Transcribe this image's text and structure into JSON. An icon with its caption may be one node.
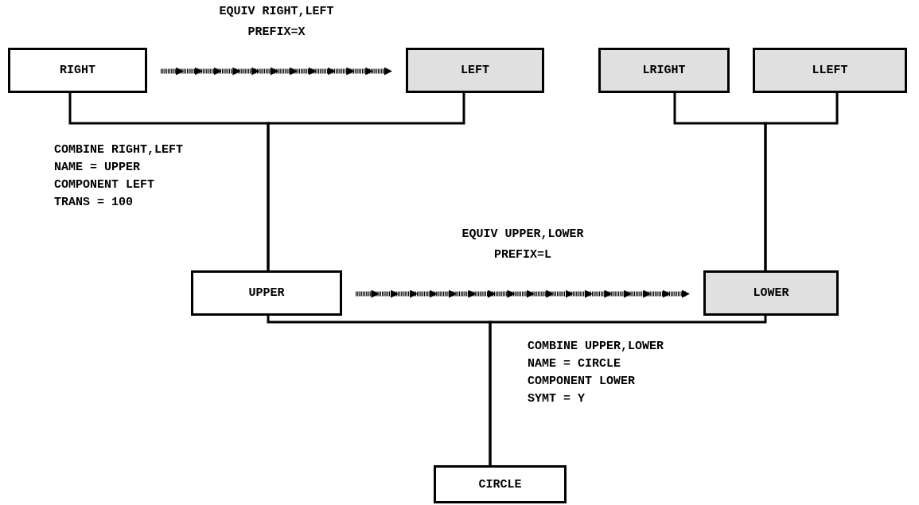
{
  "diagram": {
    "nodes": [
      {
        "text": [
          "RIGHT"
        ]
      },
      {
        "text": [
          "LEFT"
        ]
      },
      {
        "text": [
          "LRIGHT"
        ]
      },
      {
        "text": [
          "LLEFT"
        ]
      },
      {
        "text": [
          "UPPER"
        ]
      },
      {
        "text": [
          "LOWER"
        ]
      },
      {
        "text": [
          "CIRCLE"
        ]
      }
    ],
    "edges": [
      {
        "from": 0,
        "to": 1,
        "arrow": "to",
        "label": "EQUIV RIGHT,LEFT PREFIX=X",
        "style": "dashed"
      },
      {
        "from": 0,
        "to": 4,
        "arrow": "none"
      },
      {
        "from": 1,
        "to": 4,
        "arrow": "none"
      },
      {
        "from": 2,
        "to": 5,
        "arrow": "none"
      },
      {
        "from": 3,
        "to": 5,
        "arrow": "none"
      },
      {
        "from": 4,
        "to": 5,
        "arrow": "to",
        "label": "EQUIV UPPER,LOWER PREFIX=L",
        "style": "dashed"
      },
      {
        "from": 4,
        "to": 6,
        "arrow": "none"
      },
      {
        "from": 5,
        "to": 6,
        "arrow": "none"
      }
    ],
    "labels": [
      "COMBINE RIGHT,LEFT",
      "NAME = UPPER",
      "COMPONENT LEFT",
      "TRANS = 100",
      "COMBINE UPPER,LOWER",
      "NAME = CIRCLE",
      "COMPONENT LOWER",
      "SYMT = Y"
    ]
  }
}
